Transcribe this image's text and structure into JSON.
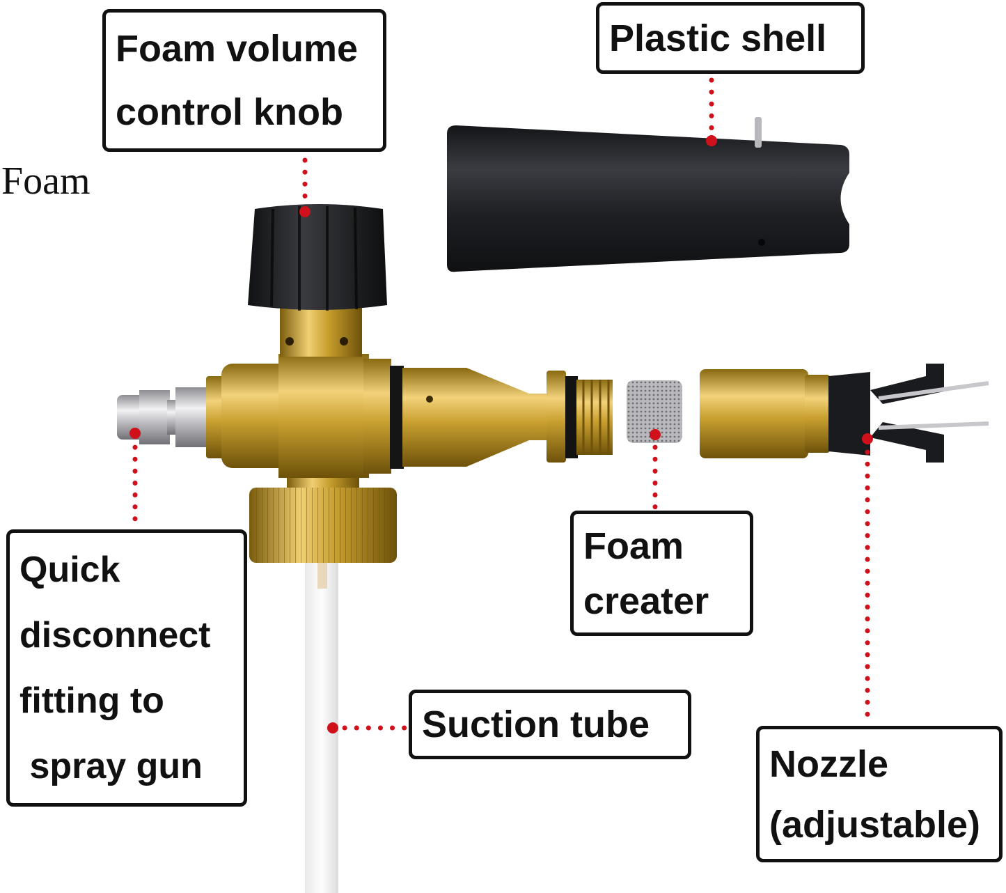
{
  "caption": "Foam",
  "labels": {
    "knob": [
      "Foam volume",
      "control knob"
    ],
    "shell": [
      "Plastic shell"
    ],
    "quick": [
      "Quick",
      "disconnect",
      "fitting to",
      " spray gun"
    ],
    "creater": [
      "Foam",
      "creater"
    ],
    "suction": [
      "Suction tube"
    ],
    "nozzle": [
      "Nozzle",
      "(adjustable)"
    ]
  },
  "colors": {
    "brass": "#c9a030",
    "brass_dark": "#8a6a10",
    "black_plastic": "#1e1f22",
    "chrome": "#c8c8cc",
    "leader": "#d0101a",
    "border": "#111111"
  }
}
